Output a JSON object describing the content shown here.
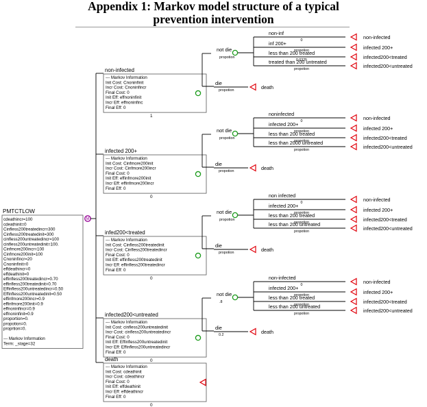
{
  "title": {
    "line1": "Appendix 1: Markov model structure of a typical",
    "line2": "prevention intervention"
  },
  "root": {
    "label": "PMTCTLOW",
    "params": [
      "cdeathincr=100",
      "cdeathinit=0",
      "Cinfless200treatedincr=300",
      "Cinfless200treatedinit=300",
      "cinfless200untreatedincr=100",
      "cinfless200untreatedinit=100.",
      "Cinfmore200incr=100",
      "Cinfmore200init=100",
      "Cnoninfincr=20",
      "Cnoninfinit=0",
      "effdeathincr=0",
      "effdeathinit=0",
      "effinfless200treatedincr=0.70",
      "effinfless200treatedinit=0.70",
      "Effinfless200untreatedincr=0.50",
      "Effinfless200untreatedinit=0.50",
      "effinfmore200incr=0.9",
      "effinfmore200init=0.9",
      "effnoninfincr=0.9",
      "effnoninfinit=0.9",
      "proportion=0.",
      "propotion=0.",
      "proprtion=0."
    ],
    "footer": [
      "--- Markov Information",
      "Term: _stage=32"
    ]
  },
  "states": [
    {
      "label": "non-infected",
      "info": [
        "--- Markov Information",
        "Init Cost: Cnoninfinit",
        "Incr Cost: Cnoninfincr",
        "Final Cost: 0",
        "Init Eff: effnoninfinit",
        "Incr Eff: effnoninfinc",
        "Final Eff: 0"
      ],
      "value": "1",
      "notdie": "not die",
      "notdie_prob": "propotion",
      "die": "die",
      "die_prob": "propotion",
      "death_label": "death",
      "branches": [
        {
          "label": "non-inf",
          "prob": "0",
          "terminal": "non-infected"
        },
        {
          "label": "inf 200+",
          "prob": "propotion",
          "terminal": "infected 200+"
        },
        {
          "label": "less than 200 treated",
          "prob": "0.0325",
          "terminal": "infected200<treated"
        },
        {
          "label": "treated than 200 untreated",
          "prob": "propotion",
          "terminal": "infected200<untreated"
        }
      ]
    },
    {
      "label": "infected 200+",
      "info": [
        "--- Markov Information",
        "Init Cost: Cinfmore200init",
        "Incr Cost: Cinfmore200incr",
        "Final Cost: 0",
        "Init Eff: effinfmore200init",
        "Incr Eff: effinfmore200incr",
        "Final Eff: 0"
      ],
      "value": "0",
      "notdie": "not die",
      "notdie_prob": "propotion",
      "die": "die",
      "die_prob": "propotion",
      "death_label": "death",
      "branches": [
        {
          "label": "noninfected",
          "prob": "0",
          "terminal": "non-infected"
        },
        {
          "label": "infected 200+",
          "prob": "propotion",
          "terminal": "infected 200+"
        },
        {
          "label": "less than 200 treated",
          "prob": "propotion",
          "terminal": "infected200<treated"
        },
        {
          "label": "less than 2000 untreated",
          "prob": "propotion",
          "terminal": "infected200<untreated"
        }
      ]
    },
    {
      "label": "infed200<treated",
      "info": [
        "--- Markov Information",
        "Init Cost: Cinfless200treatedinit",
        "Incr Cost: Cinfless200treatedincr",
        "Final Cost: 0",
        "Init Eff: effinfless200treatedinit",
        "Incr Eff: effinfless200treatedincr",
        "Final Eff: 0"
      ],
      "value": "0",
      "notdie": "not die",
      "notdie_prob": "propotion",
      "die": "die",
      "die_prob": "propotion",
      "death_label": "death",
      "branches": [
        {
          "label": "non infected",
          "prob": "0",
          "terminal": "non-infected"
        },
        {
          "label": "infected 200+",
          "prob": "propotion",
          "terminal": "infected 200+"
        },
        {
          "label": "less than 200 treated",
          "prob": "propotion",
          "terminal": "infected200<treated"
        },
        {
          "label": "less than 200 untreated",
          "prob": "propotion",
          "terminal": "infected200<untreated"
        }
      ]
    },
    {
      "label": "infected200<untreated",
      "info": [
        "--- Markov Information",
        "Init Cost: cinfless200untreatedinit",
        "Incr Cost: cinfless200untreatedincr",
        "Final Cost: 0",
        "Init Eff: Effinfless200untreatedinit",
        "Incr Eff: Effinfless200untreatedincr",
        "Final Eff: 0"
      ],
      "value": "0",
      "notdie": "not die",
      "notdie_prob": ".8",
      "die": "die",
      "die_prob": "0.2",
      "death_label": "death",
      "branches": [
        {
          "label": "non-infected",
          "prob": "0",
          "terminal": "non-infected"
        },
        {
          "label": "infected 200+",
          "prob": "propotion",
          "terminal": "infected 200+"
        },
        {
          "label": "less than 200 treated",
          "prob": "propotion",
          "terminal": "infected200<treated"
        },
        {
          "label": "less than 200 untreated",
          "prob": "propotion",
          "terminal": "infected200<untreated"
        }
      ]
    },
    {
      "label": "death",
      "info": [
        "--- Markov Information",
        "Init Cost: cdeathinit",
        "Incr Cost: cdeathincr",
        "Final Cost: 0",
        "Init Eff: effdeathinit",
        "Incr Eff: effdeathincr",
        "Final Eff: 0"
      ],
      "value": "0"
    }
  ],
  "colors": {
    "chance_node": "#1a9a1a",
    "markov_node": "#9a0a9a",
    "terminal": "#e0000a",
    "line": "#000000"
  }
}
